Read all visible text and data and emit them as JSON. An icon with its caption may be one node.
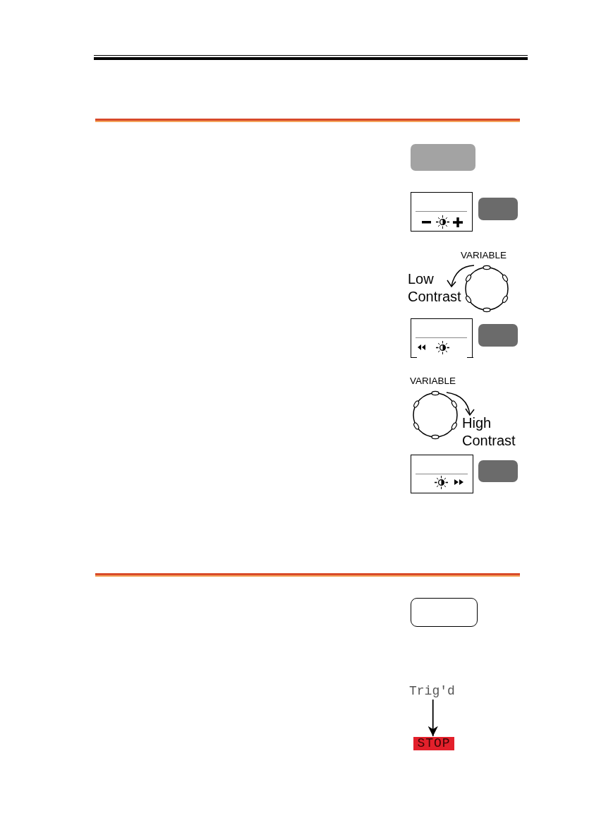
{
  "diagram": {
    "nodes": [
      {
        "text": [
          "Trig'd"
        ]
      },
      {
        "text": [
          "STOP"
        ]
      }
    ],
    "edges": [
      {
        "from": 0,
        "to": 1,
        "arrow": "to"
      }
    ],
    "labels": [
      "VARIABLE",
      "Low Contrast",
      "VARIABLE",
      "High Contrast"
    ]
  }
}
